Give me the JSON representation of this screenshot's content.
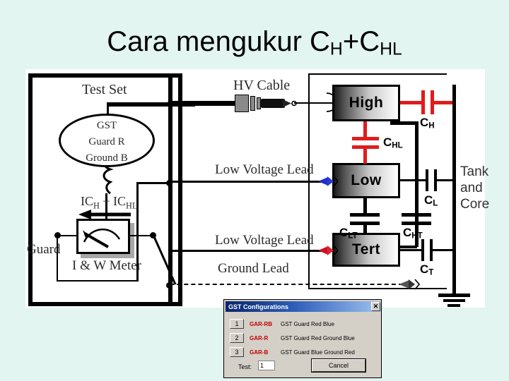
{
  "slide": {
    "title_main": "Cara mengukur C",
    "title_sub1": "H",
    "title_plus": "+C",
    "title_sub2": "HL",
    "background_color": "#e2f5f0"
  },
  "diagram": {
    "test_set_label": "Test Set",
    "gst_line1": "GST",
    "gst_line2": "Guard R",
    "gst_line3": "Ground B",
    "current_label_pre": "IC",
    "current_label_sub1": "H",
    "current_label_mid": " + IC",
    "current_label_sub2": "HL",
    "guard_label": "Guard",
    "meter_label": "I & W Meter",
    "hv_cable_label": "HV Cable",
    "low_voltage_lead_1": "Low Voltage Lead",
    "low_voltage_lead_2": "Low Voltage Lead",
    "ground_lead_label": "Ground Lead",
    "winding_high": "High",
    "winding_low": "Low",
    "winding_tert": "Tert",
    "tank_line1": "Tank",
    "tank_line2": "and",
    "tank_line3": "Core",
    "capacitors": [
      {
        "name": "C",
        "sub": "H",
        "color": "#e01b1b"
      },
      {
        "name": "C",
        "sub": "HL",
        "color": "#e01b1b"
      },
      {
        "name": "C",
        "sub": "L",
        "color": "#000000"
      },
      {
        "name": "C",
        "sub": "LT",
        "color": "#000000"
      },
      {
        "name": "C",
        "sub": "HT",
        "color": "#000000"
      },
      {
        "name": "C",
        "sub": "T",
        "color": "#000000"
      }
    ],
    "highlight_color": "#e01b1b",
    "accent_strip_color": "#efeebe"
  },
  "dialog": {
    "title": "GST Configurations",
    "close_label": "✕",
    "rows": [
      {
        "num": "1",
        "code": "GAR-RB",
        "desc": "GST Guard Red Blue"
      },
      {
        "num": "2",
        "code": "GAR-R",
        "desc": "GST Guard Red Ground Blue"
      },
      {
        "num": "3",
        "code": "GAR-B",
        "desc": "GST Guard Blue Ground Red"
      }
    ],
    "test_label": "Test:",
    "test_value": "1",
    "cancel_label": "Cancel"
  }
}
